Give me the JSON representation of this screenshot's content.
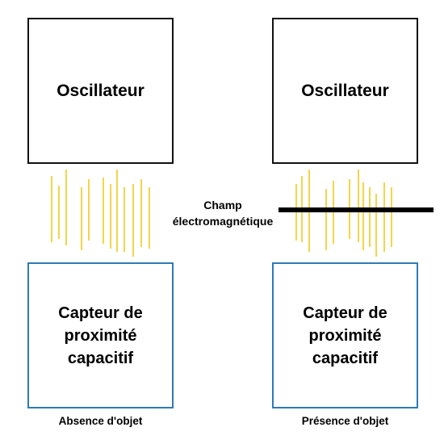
{
  "left": {
    "oscillator_label": "Oscillateur",
    "sensor_label": "Capteur de proximité capacitif",
    "caption": "Absence d'objet"
  },
  "right": {
    "oscillator_label": "Oscillateur",
    "sensor_label": "Capteur de proximité capacitif",
    "caption": "Présence d'objet"
  },
  "field_label": "Champ électromagnétique",
  "colors": {
    "wave": "#f3d54a",
    "oscillator_border": "#111111",
    "sensor_border": "#2f7ab8",
    "object_line": "#000000"
  },
  "icons": [
    "wave-line-icon",
    "object-bar-icon"
  ]
}
